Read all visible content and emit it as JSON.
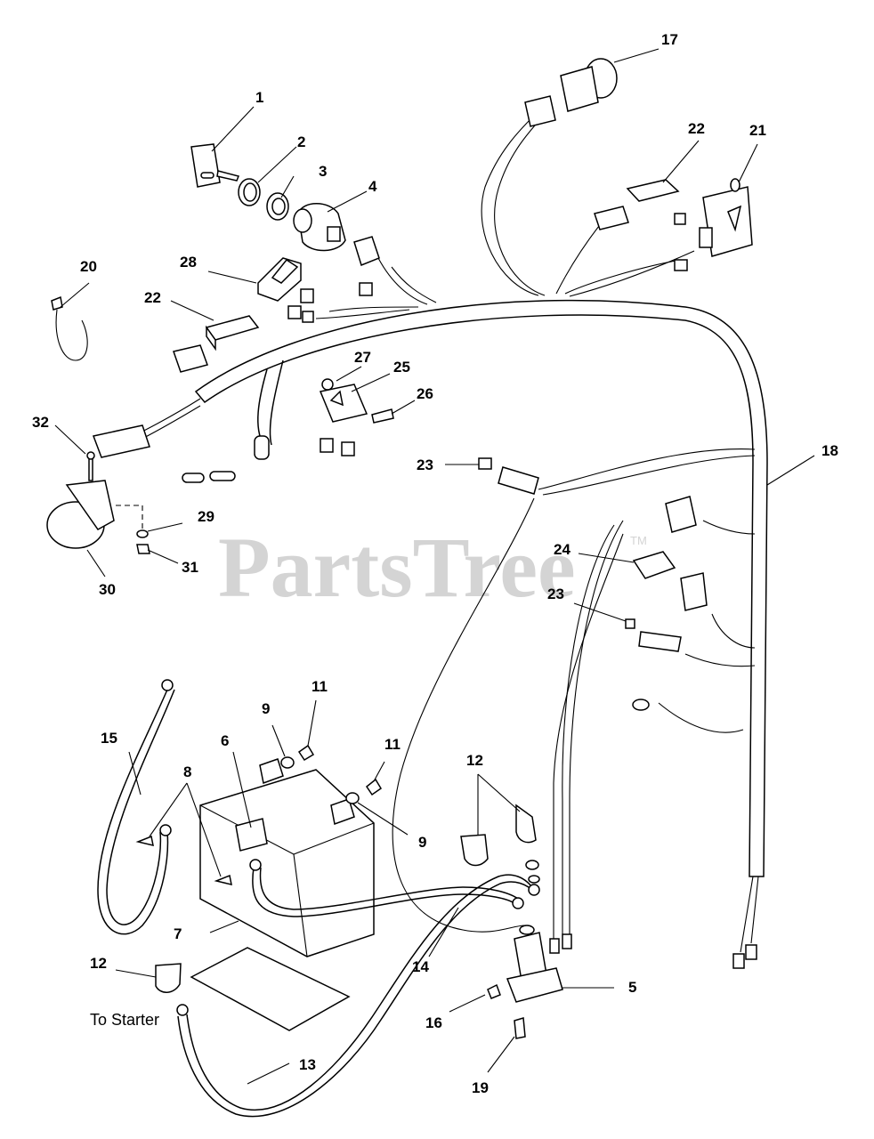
{
  "watermark": {
    "text": "PartsTree",
    "mark": "TM"
  },
  "caption": "To Starter",
  "callouts": {
    "c1": "1",
    "c2": "2",
    "c3": "3",
    "c4": "4",
    "c5": "5",
    "c6": "6",
    "c7": "7",
    "c8": "8",
    "c9a": "9",
    "c9b": "9",
    "c11a": "11",
    "c11b": "11",
    "c12a": "12",
    "c12b": "12",
    "c13": "13",
    "c14": "14",
    "c15": "15",
    "c16": "16",
    "c17": "17",
    "c18": "18",
    "c19": "19",
    "c20": "20",
    "c21": "21",
    "c22a": "22",
    "c22b": "22",
    "c23a": "23",
    "c23b": "23",
    "c24": "24",
    "c25": "25",
    "c26": "26",
    "c27": "27",
    "c28": "28",
    "c29": "29",
    "c30": "30",
    "c31": "31",
    "c32": "32"
  }
}
